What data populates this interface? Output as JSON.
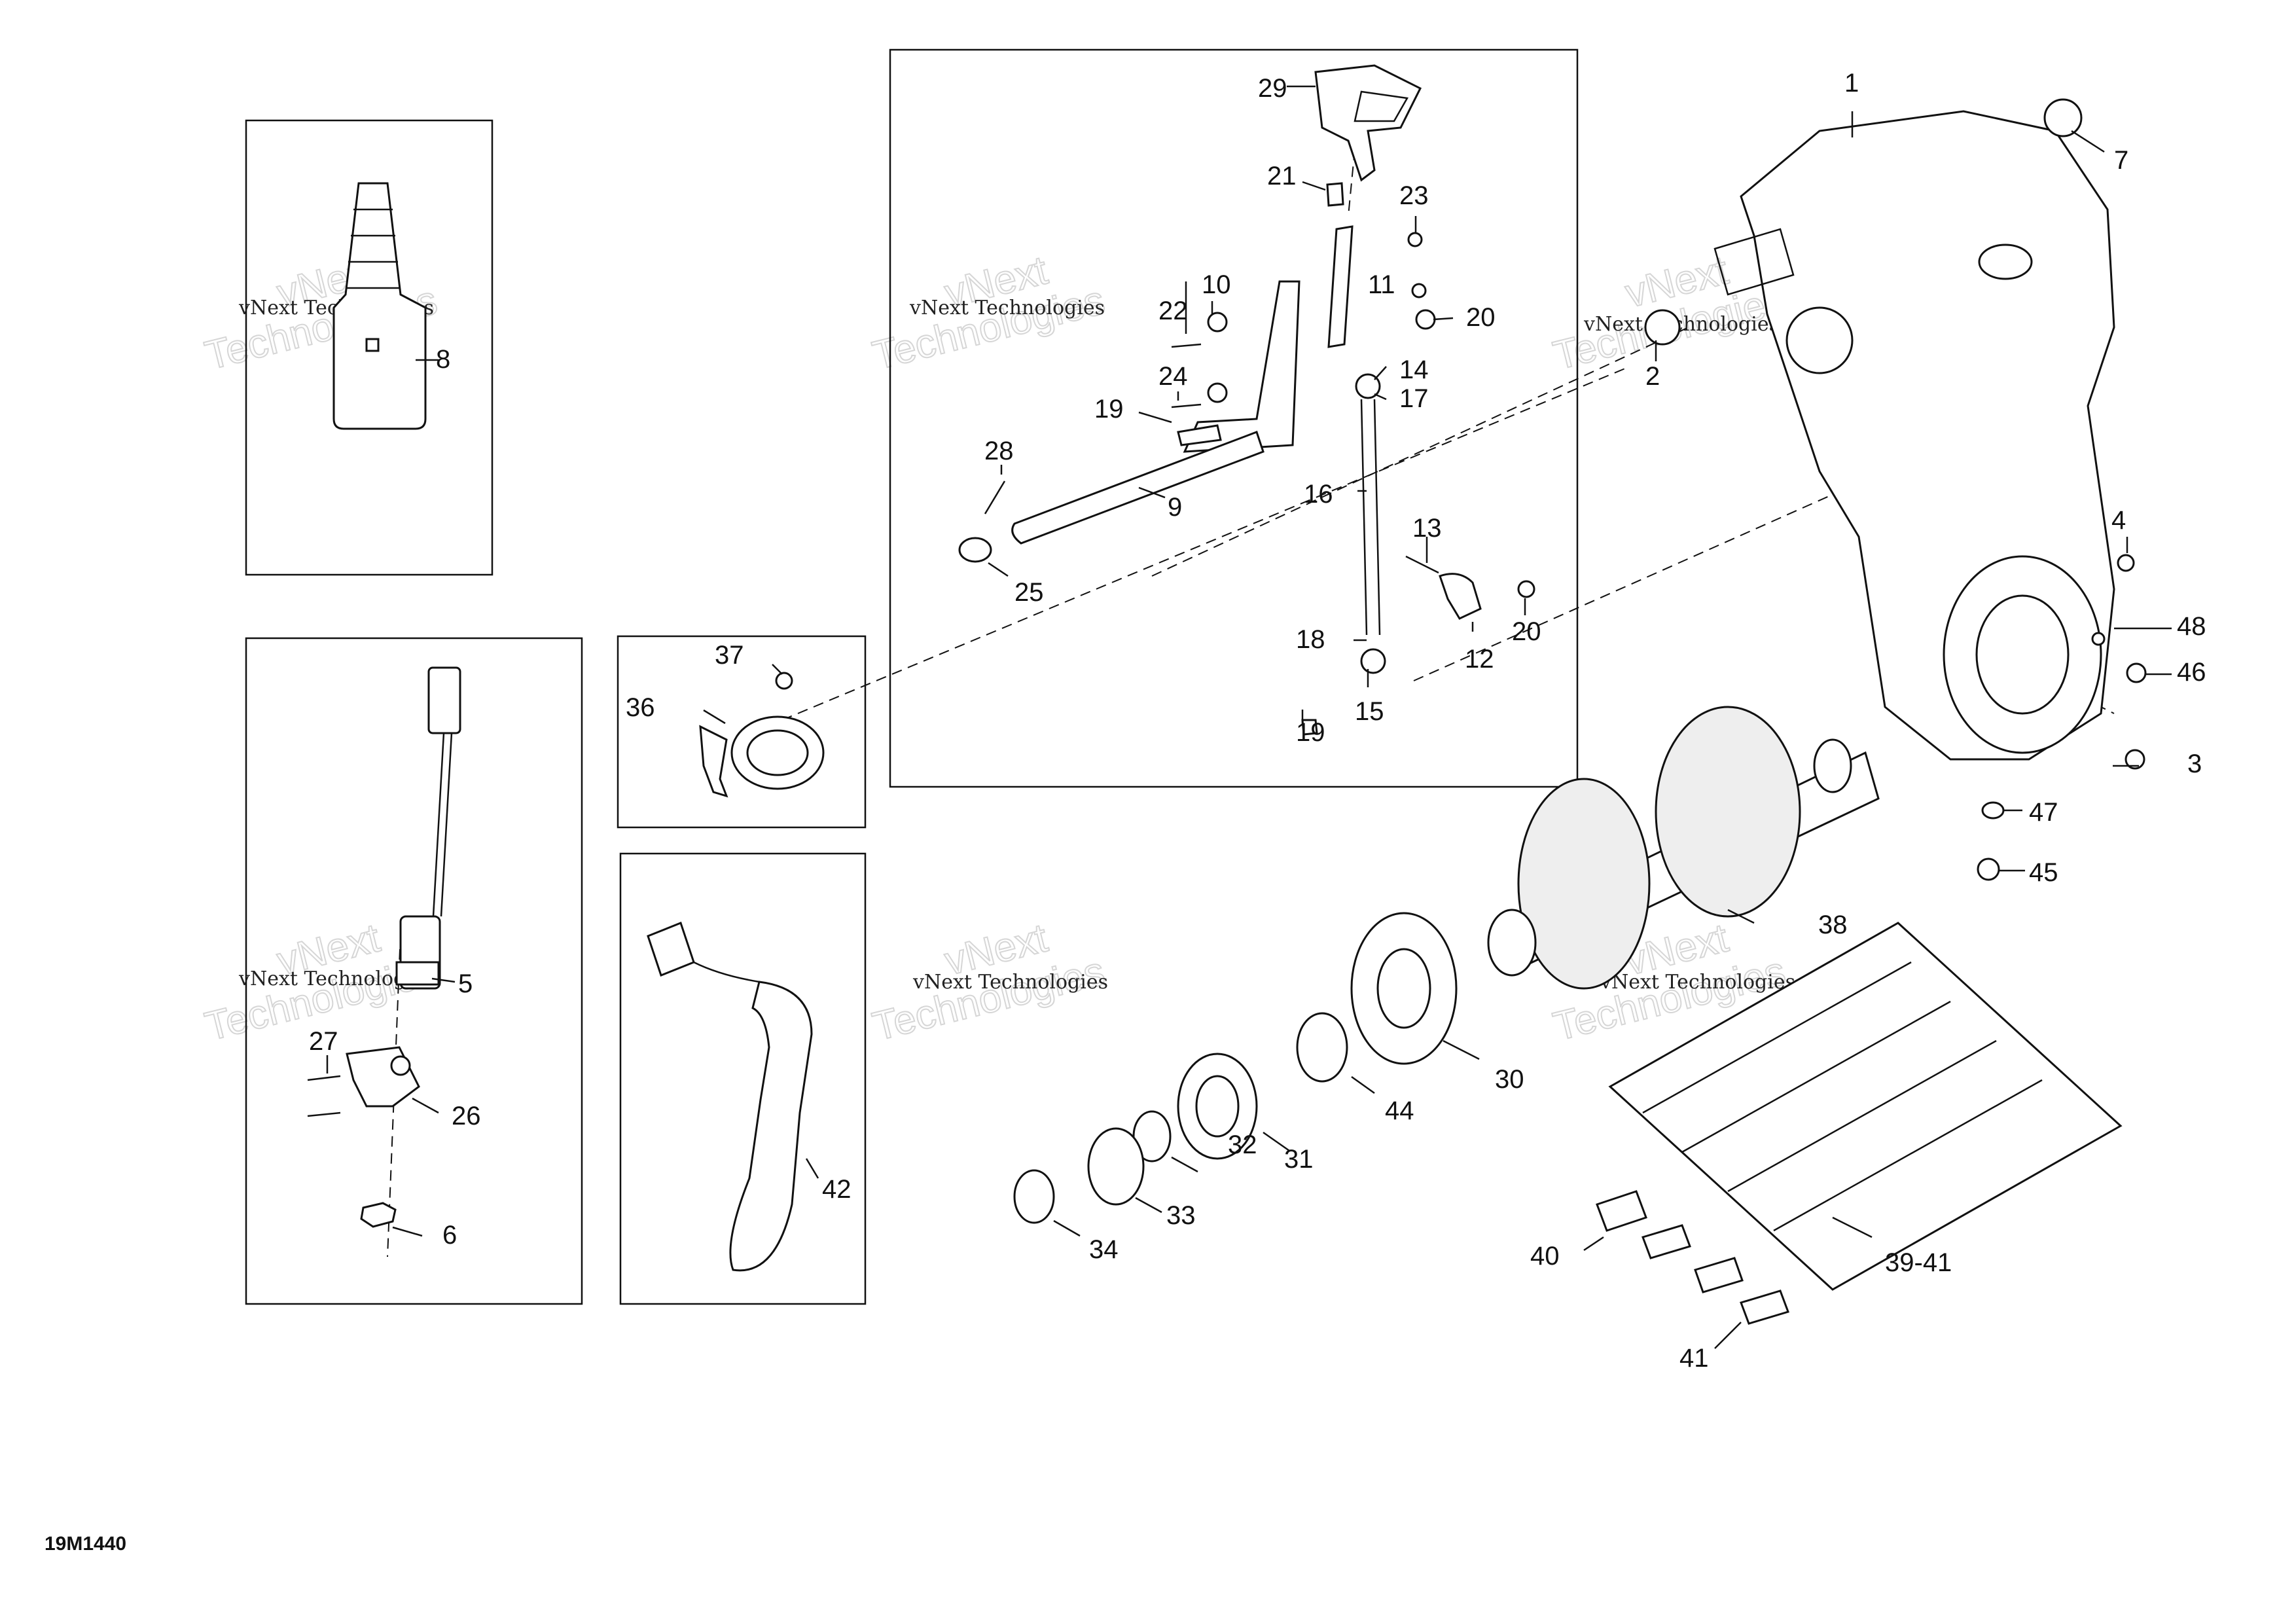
{
  "diagram_id": "19M1440",
  "watermark": {
    "line1": "vNext Technologies",
    "line2a": "vNext",
    "line2b": "Technologies"
  },
  "callouts": [
    {
      "id": "c1",
      "text": "1"
    },
    {
      "id": "c2",
      "text": "2"
    },
    {
      "id": "c3",
      "text": "3"
    },
    {
      "id": "c4",
      "text": "4"
    },
    {
      "id": "c5",
      "text": "5"
    },
    {
      "id": "c6",
      "text": "6"
    },
    {
      "id": "c7",
      "text": "7"
    },
    {
      "id": "c8",
      "text": "8"
    },
    {
      "id": "c9",
      "text": "9"
    },
    {
      "id": "c10",
      "text": "10"
    },
    {
      "id": "c11",
      "text": "11"
    },
    {
      "id": "c12",
      "text": "12"
    },
    {
      "id": "c13",
      "text": "13"
    },
    {
      "id": "c14",
      "text": "14"
    },
    {
      "id": "c15",
      "text": "15"
    },
    {
      "id": "c16",
      "text": "16"
    },
    {
      "id": "c17",
      "text": "17"
    },
    {
      "id": "c18",
      "text": "18"
    },
    {
      "id": "c19a",
      "text": "19"
    },
    {
      "id": "c19b",
      "text": "19"
    },
    {
      "id": "c20a",
      "text": "20"
    },
    {
      "id": "c20b",
      "text": "20"
    },
    {
      "id": "c21",
      "text": "21"
    },
    {
      "id": "c22",
      "text": "22"
    },
    {
      "id": "c23",
      "text": "23"
    },
    {
      "id": "c24",
      "text": "24"
    },
    {
      "id": "c25",
      "text": "25"
    },
    {
      "id": "c26",
      "text": "26"
    },
    {
      "id": "c27",
      "text": "27"
    },
    {
      "id": "c28",
      "text": "28"
    },
    {
      "id": "c29",
      "text": "29"
    },
    {
      "id": "c30",
      "text": "30"
    },
    {
      "id": "c31",
      "text": "31"
    },
    {
      "id": "c32",
      "text": "32"
    },
    {
      "id": "c33",
      "text": "33"
    },
    {
      "id": "c34",
      "text": "34"
    },
    {
      "id": "c36",
      "text": "36"
    },
    {
      "id": "c37",
      "text": "37"
    },
    {
      "id": "c38",
      "text": "38"
    },
    {
      "id": "c39",
      "text": "39-41"
    },
    {
      "id": "c40",
      "text": "40"
    },
    {
      "id": "c41",
      "text": "41"
    },
    {
      "id": "c42",
      "text": "42"
    },
    {
      "id": "c44",
      "text": "44"
    },
    {
      "id": "c45",
      "text": "45"
    },
    {
      "id": "c46",
      "text": "46"
    },
    {
      "id": "c47",
      "text": "47"
    },
    {
      "id": "c48",
      "text": "48"
    }
  ]
}
